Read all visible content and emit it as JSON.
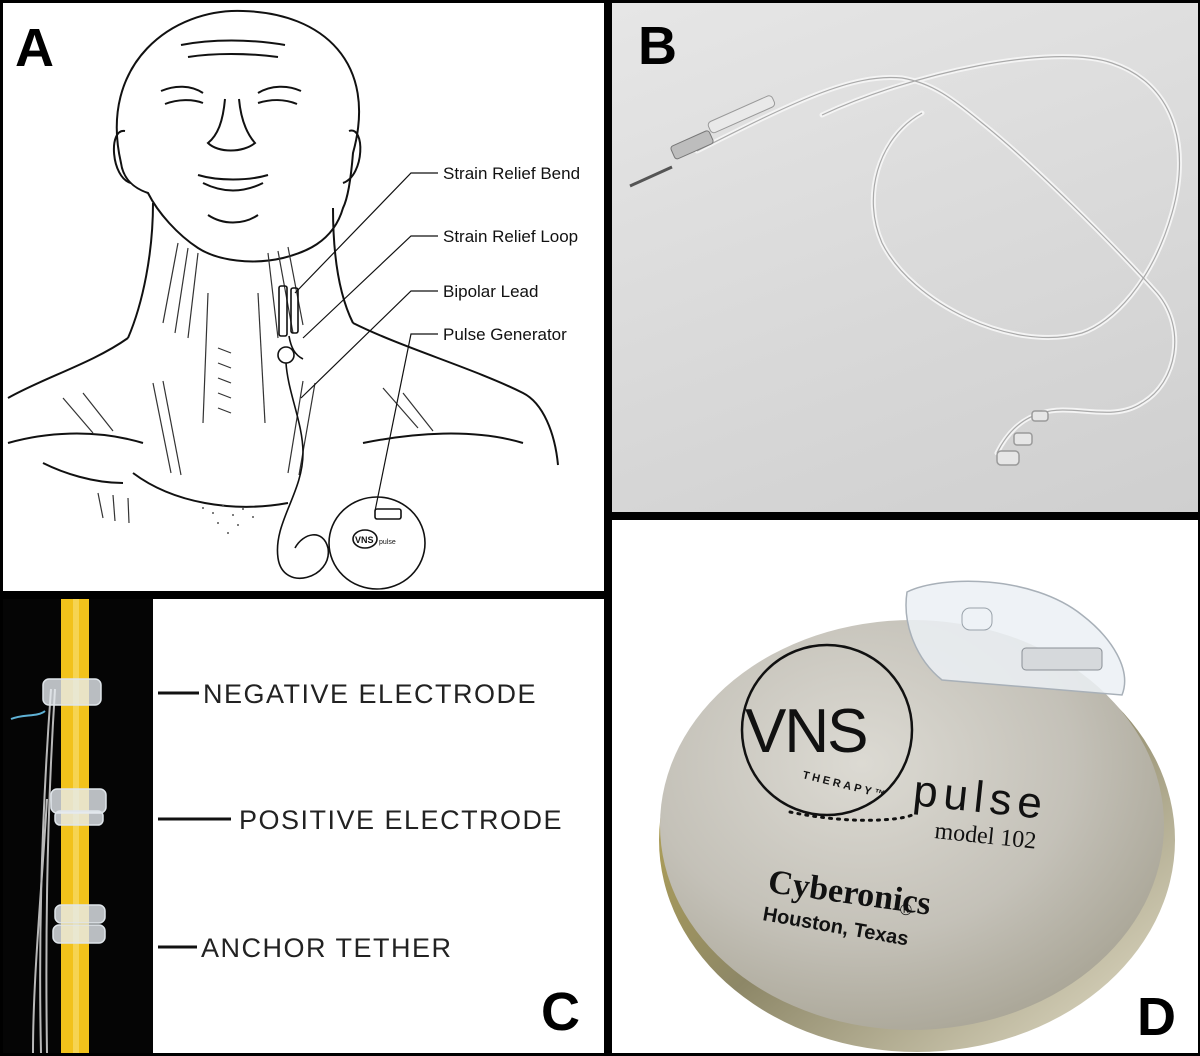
{
  "panels": {
    "a": {
      "letter": "A",
      "labels": {
        "strain_relief_bend": "Strain Relief Bend",
        "strain_relief_loop": "Strain Relief Loop",
        "bipolar_lead": "Bipolar Lead",
        "pulse_generator": "Pulse Generator"
      },
      "device_mark": "VNS",
      "device_sub": "pulse"
    },
    "b": {
      "letter": "B"
    },
    "c": {
      "letter": "C",
      "labels": {
        "negative_electrode": "NEGATIVE ELECTRODE",
        "positive_electrode": "POSITIVE ELECTRODE",
        "anchor_tether": "ANCHOR TETHER"
      }
    },
    "d": {
      "letter": "D",
      "brand_mark": "VNS",
      "brand_sub": "THERAPY™",
      "product": "pulse",
      "model": "model 102",
      "maker": "Cyberonics",
      "maker_reg": "®",
      "location": "Houston, Texas"
    }
  },
  "colors": {
    "lead_yellow": "#f2c21b",
    "generator_silver": "#c9c7c0",
    "background_gray": "#dcdcdc"
  }
}
